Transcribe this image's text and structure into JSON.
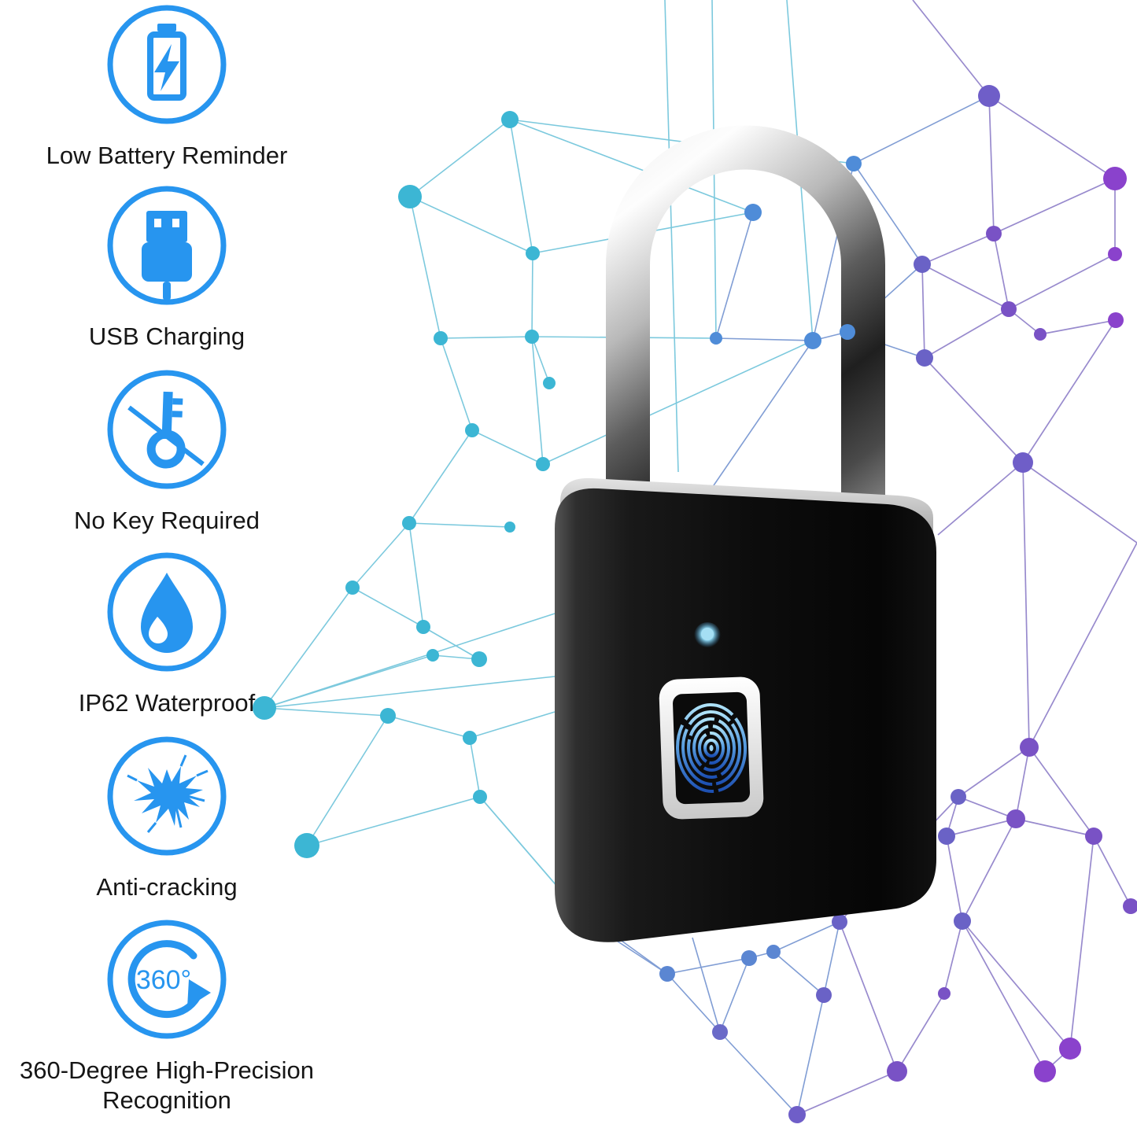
{
  "page": {
    "kind": "product-feature-infographic",
    "subject": "fingerprint smart padlock"
  },
  "features": [
    {
      "id": "low-battery",
      "icon": "battery-charging-icon",
      "label": "Low Battery Reminder"
    },
    {
      "id": "usb-charging",
      "icon": "usb-plug-icon",
      "label": "USB Charging"
    },
    {
      "id": "no-key",
      "icon": "no-key-icon",
      "label": "No Key Required"
    },
    {
      "id": "waterproof",
      "icon": "water-drop-icon",
      "label": "IP62 Waterproof"
    },
    {
      "id": "anti-crack",
      "icon": "crack-icon",
      "label": "Anti-cracking"
    },
    {
      "id": "recognition",
      "icon": "rotate-360-icon",
      "label": "360-Degree High-Precision Recognition",
      "icon_text": "360°"
    }
  ],
  "lock": {
    "led_state": "on",
    "sensor_type": "fingerprint"
  },
  "colors": {
    "accent_blue": "#2795ef",
    "label_text": "#161616",
    "teal_node": "#3cb6d4",
    "blue_node": "#4f8cd8",
    "purple_node": "#7952c5",
    "bright_purple_node": "#8a42cc",
    "lock_body": "#0d0d0d",
    "shackle": "#c9c9c9",
    "led": "#8ed6f0",
    "fingerprint_blue": "#2a62c8",
    "background": "#ffffff"
  }
}
